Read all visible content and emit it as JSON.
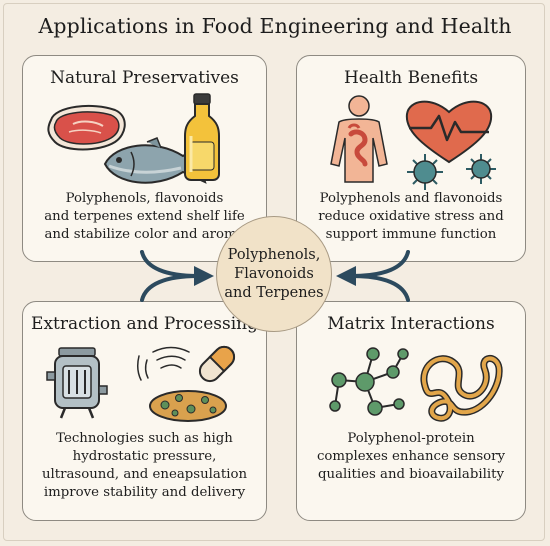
{
  "title": "Applications in Food Engineering and Health",
  "center": {
    "lines": [
      "Polyphenols,",
      "Flavonoids",
      "and Terpenes"
    ]
  },
  "panels": {
    "natural": {
      "title": "Natural Preservatives",
      "lines": [
        "Polyphenols, flavonoids",
        "and terpenes extend shelf life",
        "and stabilize color and aroma"
      ]
    },
    "health": {
      "title": "Health Benefits",
      "lines": [
        "Polyphenols and flavonoids",
        "reduce oxidative stress and",
        "support immune function"
      ]
    },
    "extraction": {
      "title": "Extraction and Processing",
      "lines": [
        "Technologies such as high",
        "hydrostatic pressure,",
        "ultrasound, and eneapsulation",
        "improve stability and delivery"
      ]
    },
    "matrix": {
      "title": "Matrix Interactions",
      "lines": [
        "Polyphenol-protein",
        "complexes enhance sensory",
        "qualities and bioavailability"
      ]
    }
  },
  "icons": {
    "natural": [
      "meat-icon",
      "fish-icon",
      "oil-bottle-icon"
    ],
    "health": [
      "human-body-icon",
      "heart-pulse-icon",
      "virus-icon"
    ],
    "extraction": [
      "pressure-vessel-icon",
      "ultrasound-waves-icon",
      "capsule-icon",
      "encapsulated-particles-icon"
    ],
    "matrix": [
      "molecule-network-icon",
      "protein-strand-icon"
    ]
  },
  "colors": {
    "background": "#f4ede2",
    "panel": "#fbf7ef",
    "center": "#f1e2c8",
    "arrow": "#2c4a5e"
  }
}
